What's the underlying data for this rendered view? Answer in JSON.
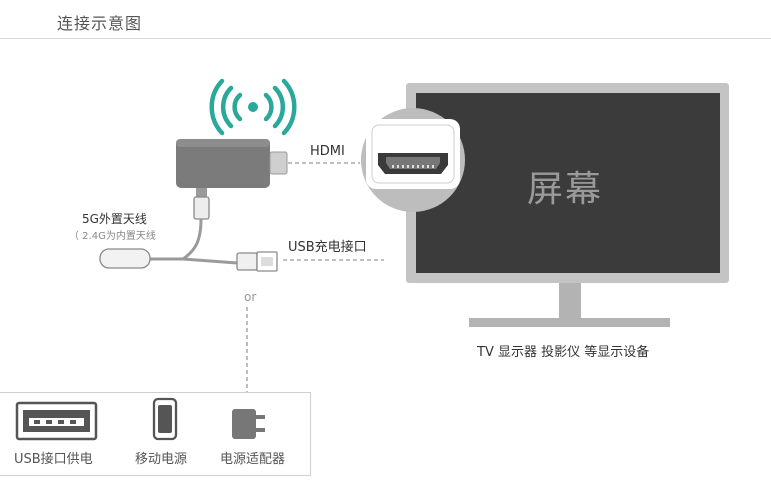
{
  "header": {
    "title": "连接示意图"
  },
  "labels": {
    "hdmi": "HDMI",
    "usb": "USB充电接口",
    "antenna": "5G外置天线",
    "antenna_note": "（ 2.4G为内置天线",
    "or": "or",
    "screen": "屏幕",
    "caption": "TV  显示器  投影仪 等显示设备",
    "hdmi_logo": "HDMI"
  },
  "power_options": [
    "USB接口供电",
    "移动电源",
    "电源适配器"
  ],
  "colors": {
    "wifi": "#2aa99a",
    "dongle": "#7a7a7a",
    "tv_frame": "#b8b8b8",
    "screen": "#3a3a3a"
  }
}
